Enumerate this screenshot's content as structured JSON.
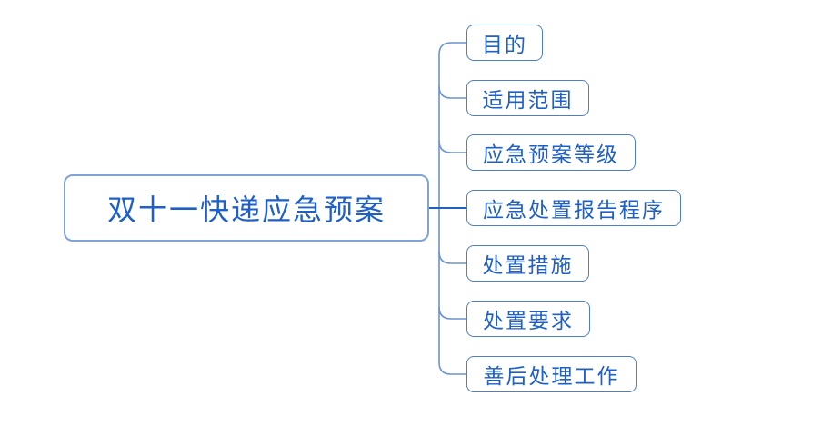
{
  "diagram": {
    "type": "mindmap",
    "root": {
      "label": "双十一快递应急预案"
    },
    "branches": [
      {
        "label": "目的"
      },
      {
        "label": "适用范围"
      },
      {
        "label": "应急预案等级"
      },
      {
        "label": "应急处置报告程序"
      },
      {
        "label": "处置措施"
      },
      {
        "label": "处置要求"
      },
      {
        "label": "善后处理工作"
      }
    ]
  },
  "colors": {
    "background": "#FFFFFF",
    "node-text": "#1E5FC8",
    "branch-border": "#4E7EC6",
    "root-border": "#7FA3D7",
    "connector": "#6B93D0",
    "root-connector": "#2160C0"
  }
}
